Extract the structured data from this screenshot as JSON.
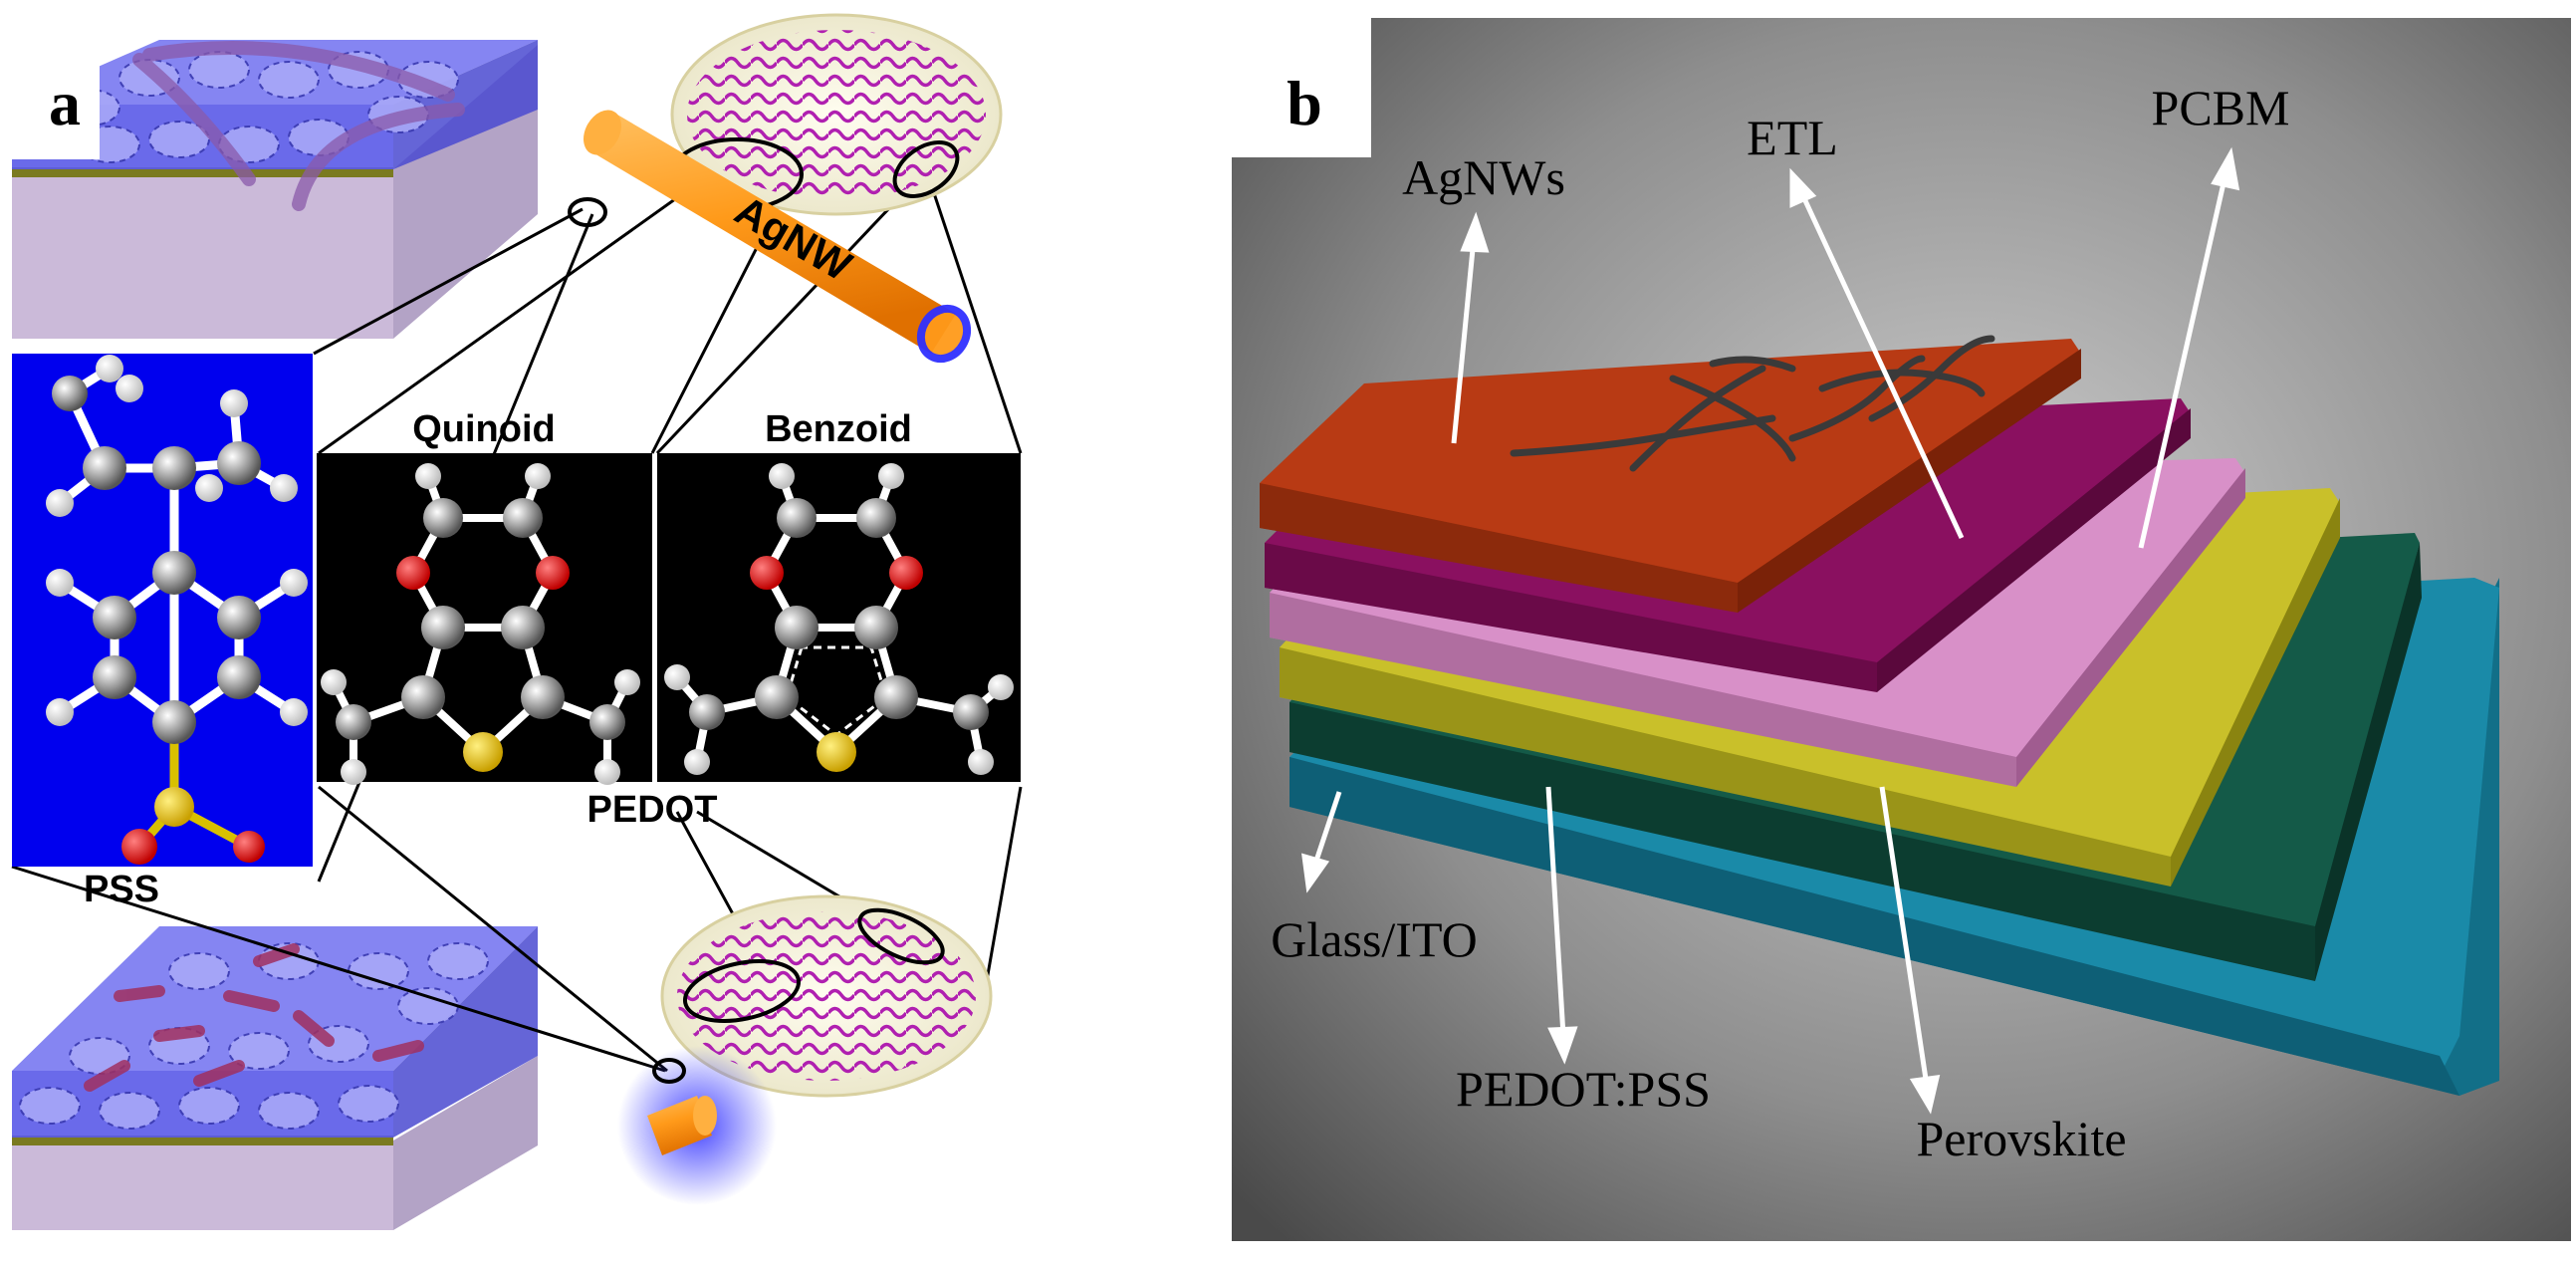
{
  "panel_a": {
    "letter": "a",
    "nanowire_label": "AgNW",
    "quinoid_label": "Quinoid",
    "benzoid_label": "Benzoid",
    "pedot_label": "PEDOT",
    "pss_label": "PSS"
  },
  "panel_b": {
    "letter": "b",
    "labels": {
      "agnws": "AgNWs",
      "etl": "ETL",
      "pcbm": "PCBM",
      "glass_ito": "Glass/ITO",
      "pedot_pss": "PEDOT:PSS",
      "perovskite": "Perovskite"
    },
    "layer_colors": {
      "glass_ito": "#1a8aa8",
      "pedot_pss": "#0f4a3a",
      "perovskite": "#b8b020",
      "pcbm": "#d890c8",
      "etl": "#8a1060",
      "agnws": "#b83a14"
    }
  },
  "colors": {
    "pss_panel": "#0000ee",
    "molecule_panel": "#000000",
    "nanowire": "#ff9a1a",
    "film_top": "#6a6ae6",
    "substrate": "#c8b8d8"
  }
}
